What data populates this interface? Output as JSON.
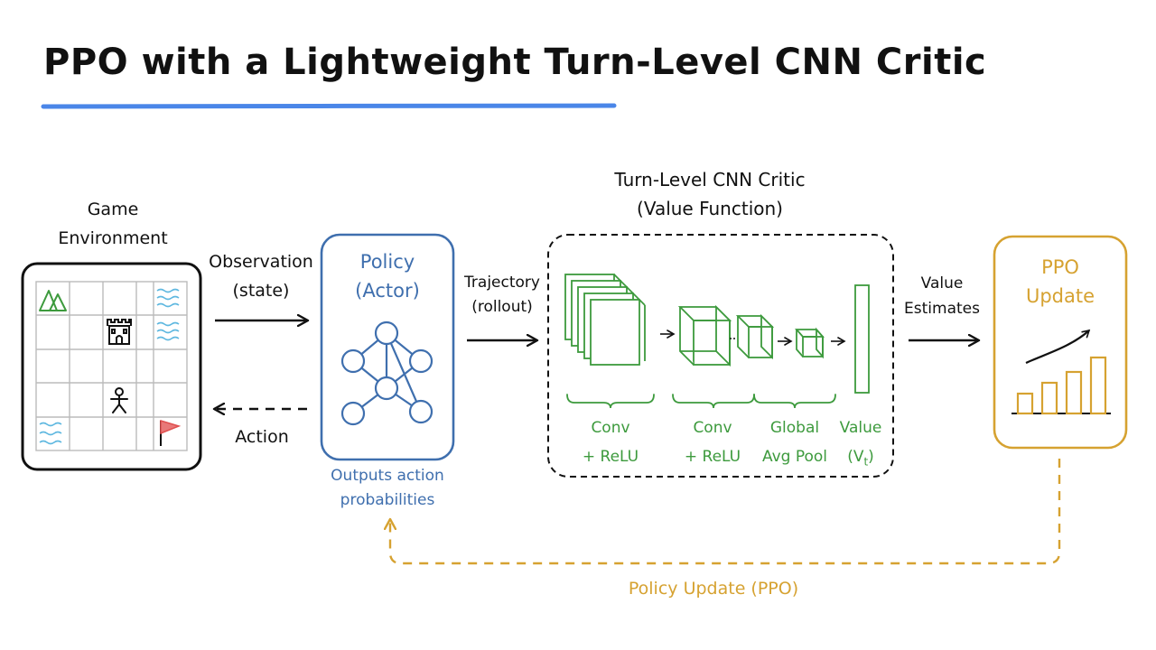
{
  "title": "PPO with a Lightweight Turn-Level CNN Critic",
  "colors": {
    "ink": "#111111",
    "underline": "#4a86e8",
    "policy": "#3f6fae",
    "critic": "#3d9a3d",
    "ppo": "#d6a231",
    "water": "#5fb8e0",
    "flag": "#e05050"
  },
  "environment": {
    "line1": "Game",
    "line2": "Environment"
  },
  "observation": {
    "line1": "Observation",
    "line2": "(state)"
  },
  "action_label": "Action",
  "policy": {
    "line1": "Policy",
    "line2": "(Actor)",
    "caption1": "Outputs action",
    "caption2": "probabilities"
  },
  "trajectory": {
    "line1": "Trajectory",
    "line2": "(rollout)"
  },
  "critic": {
    "title1": "Turn-Level CNN Critic",
    "title2": "(Value Function)",
    "stage1": {
      "line1": "Conv",
      "line2": "+ ReLU"
    },
    "stage2": {
      "line1": "Conv",
      "line2": "+ ReLU"
    },
    "stage3": {
      "line1": "Global",
      "line2": "Avg Pool"
    },
    "stage4": {
      "line1": "Value",
      "line2": "(V",
      "sub": "t",
      "close": ")"
    }
  },
  "value_estimates": {
    "line1": "Value",
    "line2": "Estimates"
  },
  "ppo": {
    "line1": "PPO",
    "line2": "Update"
  },
  "policy_update": "Policy Update (PPO)",
  "icons": [
    "mountain-icon",
    "castle-icon",
    "agent-icon",
    "flag-icon",
    "water-icon",
    "neural-net-icon",
    "bar-chart-icon",
    "trend-arrow-icon"
  ]
}
